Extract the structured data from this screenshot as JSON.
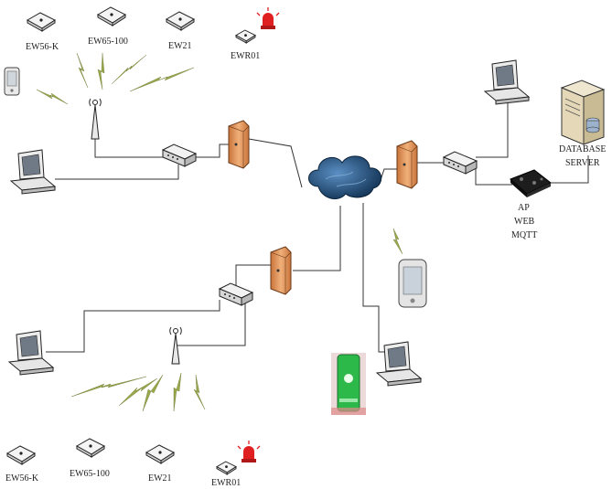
{
  "top_devices": [
    {
      "label": "EW56-K",
      "icon": "sensor-box-icon"
    },
    {
      "label": "EW65-100",
      "icon": "sensor-box-icon"
    },
    {
      "label": "EW21",
      "icon": "sensor-box-icon"
    },
    {
      "label": "EWR01",
      "icon": "sensor-box-icon"
    }
  ],
  "bottom_devices": [
    {
      "label": "EW56-K",
      "icon": "sensor-box-icon"
    },
    {
      "label": "EW65-100",
      "icon": "sensor-box-icon"
    },
    {
      "label": "EW21",
      "icon": "sensor-box-icon"
    },
    {
      "label": "EWR01",
      "icon": "sensor-box-icon"
    }
  ],
  "server": {
    "line1": "DATABASE",
    "line2": "SERVER"
  },
  "gateway": {
    "line1": "AP",
    "line2": "WEB",
    "line3": "MQTT"
  },
  "colors": {
    "firewall": "#e59a5c",
    "cloud": "#1f4f7a",
    "lightning": "#9aa84a",
    "alarm": "#e02020",
    "phone_screen": "#2db84a",
    "line": "#333333"
  }
}
